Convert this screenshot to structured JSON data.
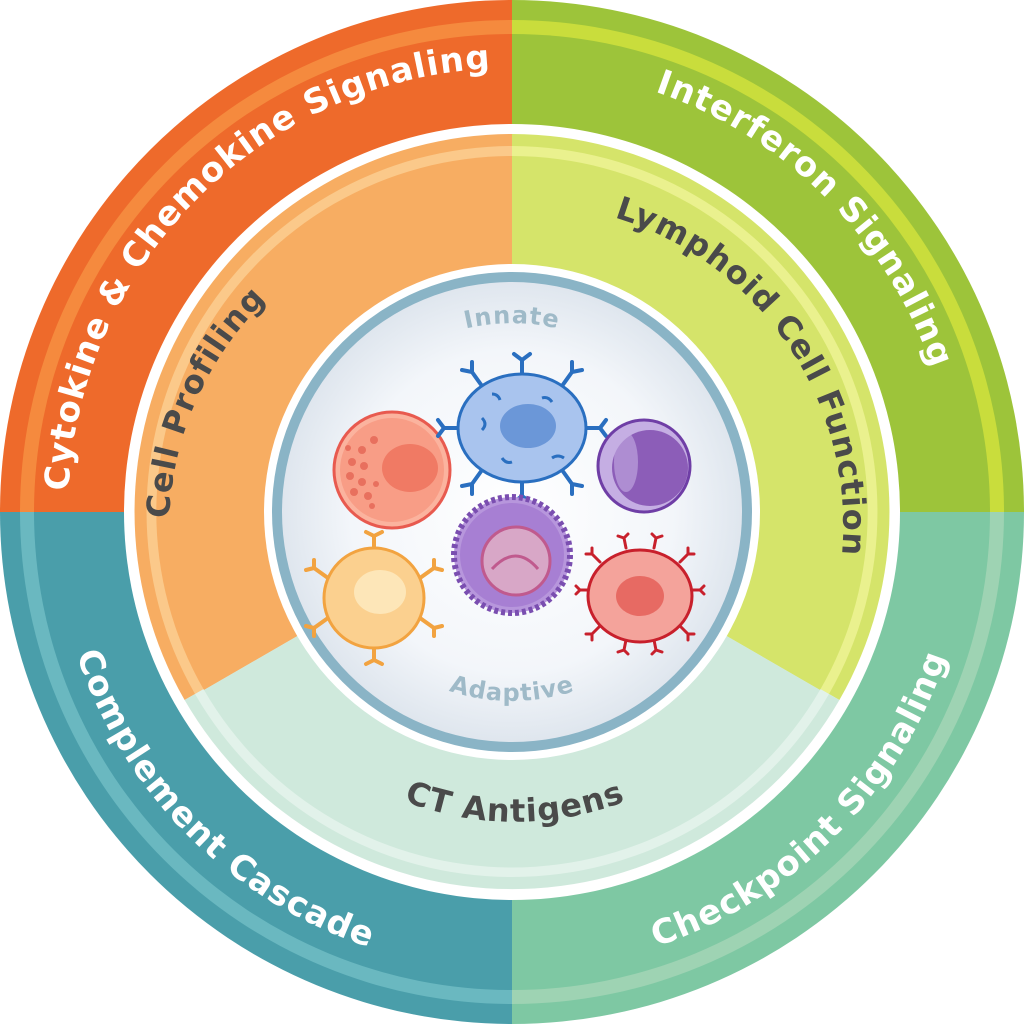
{
  "outer_ring": [
    {
      "label": "Cytokine & Chemokine Signaling",
      "color": "#ee6a2b",
      "color_light": "#f58a3e"
    },
    {
      "label": "Interferon Signaling",
      "color": "#9dc43a",
      "color_light": "#c9dd3c"
    },
    {
      "label": "Checkpoint Signaling",
      "color": "#7ec8a3",
      "color_light": "#9ed3b3"
    },
    {
      "label": "Complement Cascade",
      "color": "#4a9eaa",
      "color_light": "#6ab8c0"
    }
  ],
  "middle_ring": [
    {
      "label": "Cell Profiling",
      "color": "#f7ad62",
      "color_light": "#fbc98a"
    },
    {
      "label": "Lymphoid Cell Function",
      "color": "#d5e46a",
      "color_light": "#eaf18e"
    },
    {
      "label": "CT Antigens",
      "color": "#cfe9dc",
      "color_light": "#e2f2ea"
    }
  ],
  "core": {
    "top_label": "Innate",
    "bottom_label": "Adaptive",
    "border_color": "#8ab4c6",
    "fill_color": "#eef2f7"
  },
  "cells": [
    {
      "name": "granulocyte",
      "color": "#f27b6b"
    },
    {
      "name": "dendritic",
      "color": "#6b9bd6"
    },
    {
      "name": "lymphocyte",
      "color": "#8c5db8"
    },
    {
      "name": "macrophage",
      "color": "#f6b25e"
    },
    {
      "name": "nk-cell",
      "color": "#8a63b5"
    },
    {
      "name": "mast-cell",
      "color": "#d84a45"
    }
  ]
}
